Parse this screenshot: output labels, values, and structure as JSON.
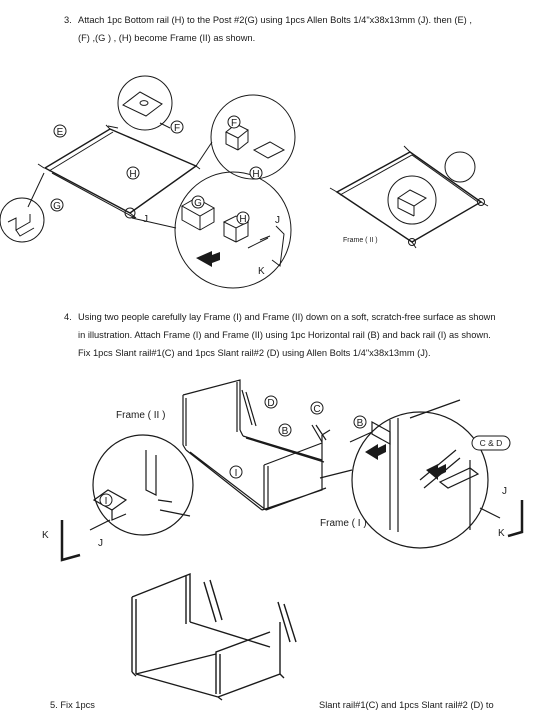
{
  "step3": {
    "number": "3.",
    "line1": "Attach 1pc Bottom rail (H) to the Post #2(G) using 1pcs Allen Bolts 1/4\"x38x13mm (J). then (E) ,",
    "line2": "(F) ,(G ) , (H) become Frame (II) as shown."
  },
  "step4": {
    "number": "4.",
    "line1": "Using two people carefully lay Frame (I) and Frame (II) down on a soft, scratch-free surface as shown",
    "line2": "in illustration. Attach Frame (I) and Frame (II) using 1pc Horizontal rail (B) and back rail (I) as shown.",
    "line3": "Fix 1pcs Slant rail#1(C) and 1pcs Slant rail#2 (D) using Allen Bolts 1/4\"x38x13mm (J)."
  },
  "step5": {
    "left": "5. Fix 1pcs",
    "right": "Slant rail#1(C) and 1pcs Slant rail#2 (D) to"
  },
  "labels": {
    "E": "E",
    "F": "F",
    "G": "G",
    "H": "H",
    "J": "J",
    "K": "K",
    "B": "B",
    "C": "C",
    "D": "D",
    "I": "I",
    "CD": "C & D",
    "frame2_small": "Frame ( II )",
    "frame2": "Frame ( II )",
    "frame1": "Frame ( I )"
  }
}
